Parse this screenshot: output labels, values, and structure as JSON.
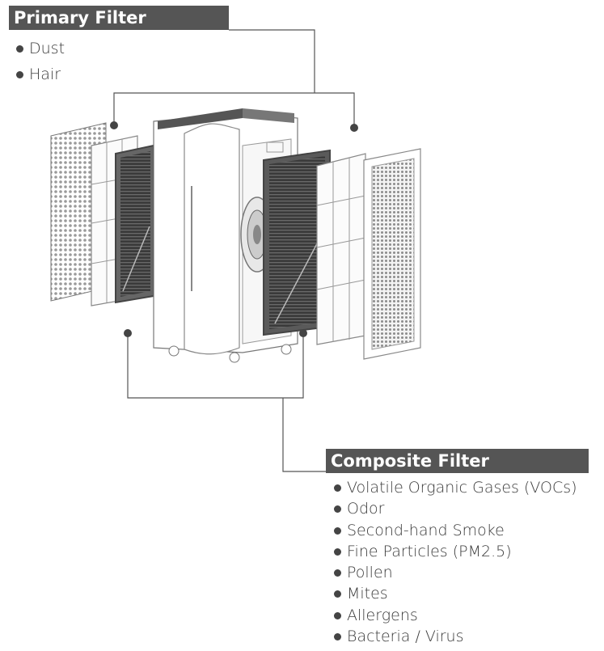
{
  "primary": {
    "title": "Primary Filter",
    "items": [
      "Dust",
      "Hair"
    ]
  },
  "composite": {
    "title": "Composite Filter",
    "items": [
      "Volatile Organic Gases (VOCs)",
      "Odor",
      "Second-hand Smoke",
      "Fine Particles (PM2.5)",
      "Pollen",
      "Mites",
      "Allergens",
      "Bacteria / Virus"
    ]
  },
  "colors": {
    "header_bg": "#555555",
    "header_text": "#ffffff",
    "line": "#555555"
  }
}
